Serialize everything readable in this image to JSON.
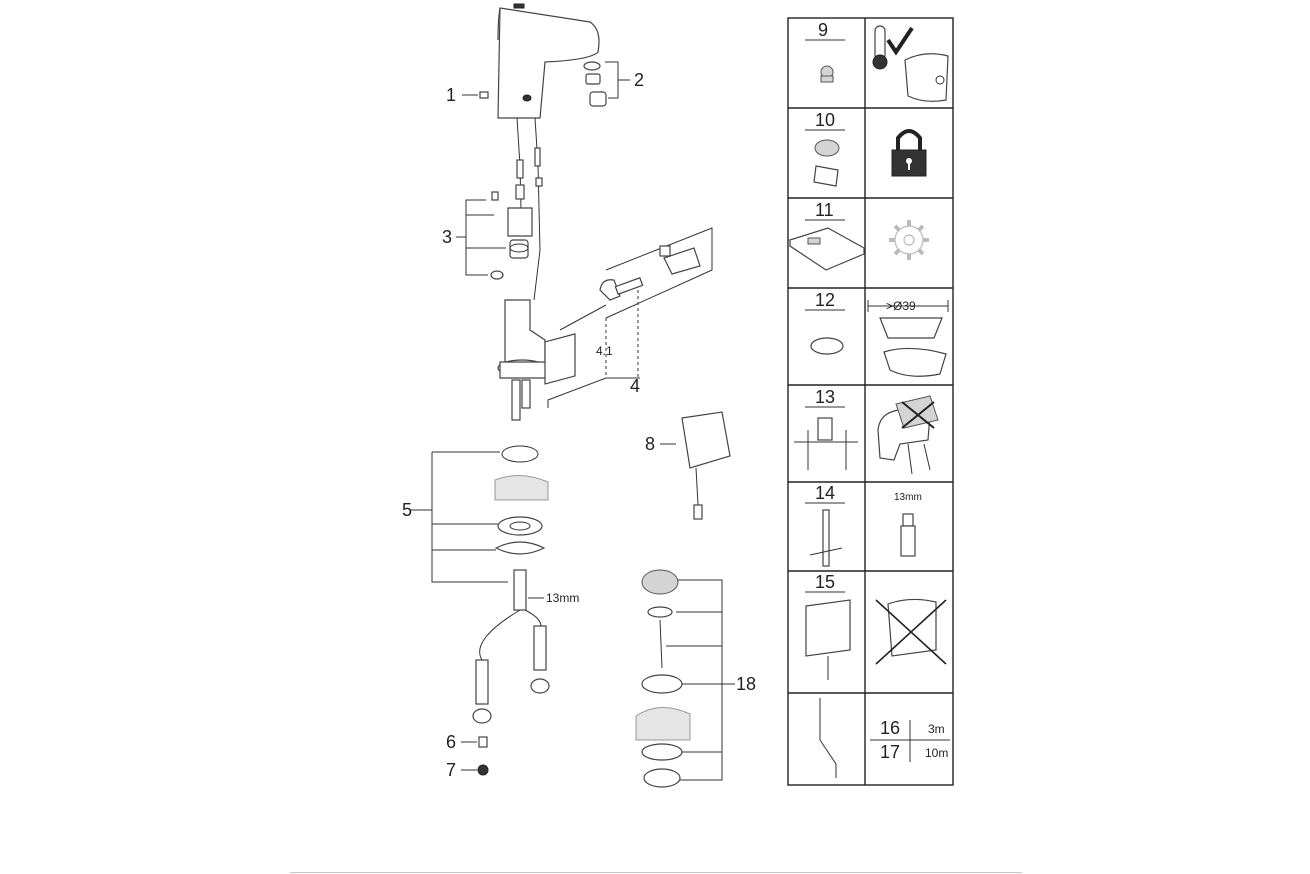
{
  "callouts": {
    "c1": "1",
    "c2": "2",
    "c3": "3",
    "c41": "4.1",
    "c4": "4",
    "c5": "5",
    "c13mm": "13mm",
    "c6": "6",
    "c7": "7",
    "c8": "8",
    "c18": "18"
  },
  "table": {
    "rows": [
      {
        "number": "9",
        "right": "thermometer-check-icon"
      },
      {
        "number": "10",
        "right": "padlock-icon"
      },
      {
        "number": "11",
        "right": "cog-icon"
      },
      {
        "number": "12",
        "right_text": ">Ø39"
      },
      {
        "number": "13",
        "right": "crossed-installation-icon"
      },
      {
        "number": "14",
        "right_text": "13mm"
      },
      {
        "number": "15",
        "right": "crossed-power-box-icon"
      },
      {
        "number": "",
        "left": "cable-icon"
      }
    ],
    "cables": [
      {
        "number": "16",
        "length": "3m"
      },
      {
        "number": "17",
        "length": "10m"
      }
    ]
  }
}
